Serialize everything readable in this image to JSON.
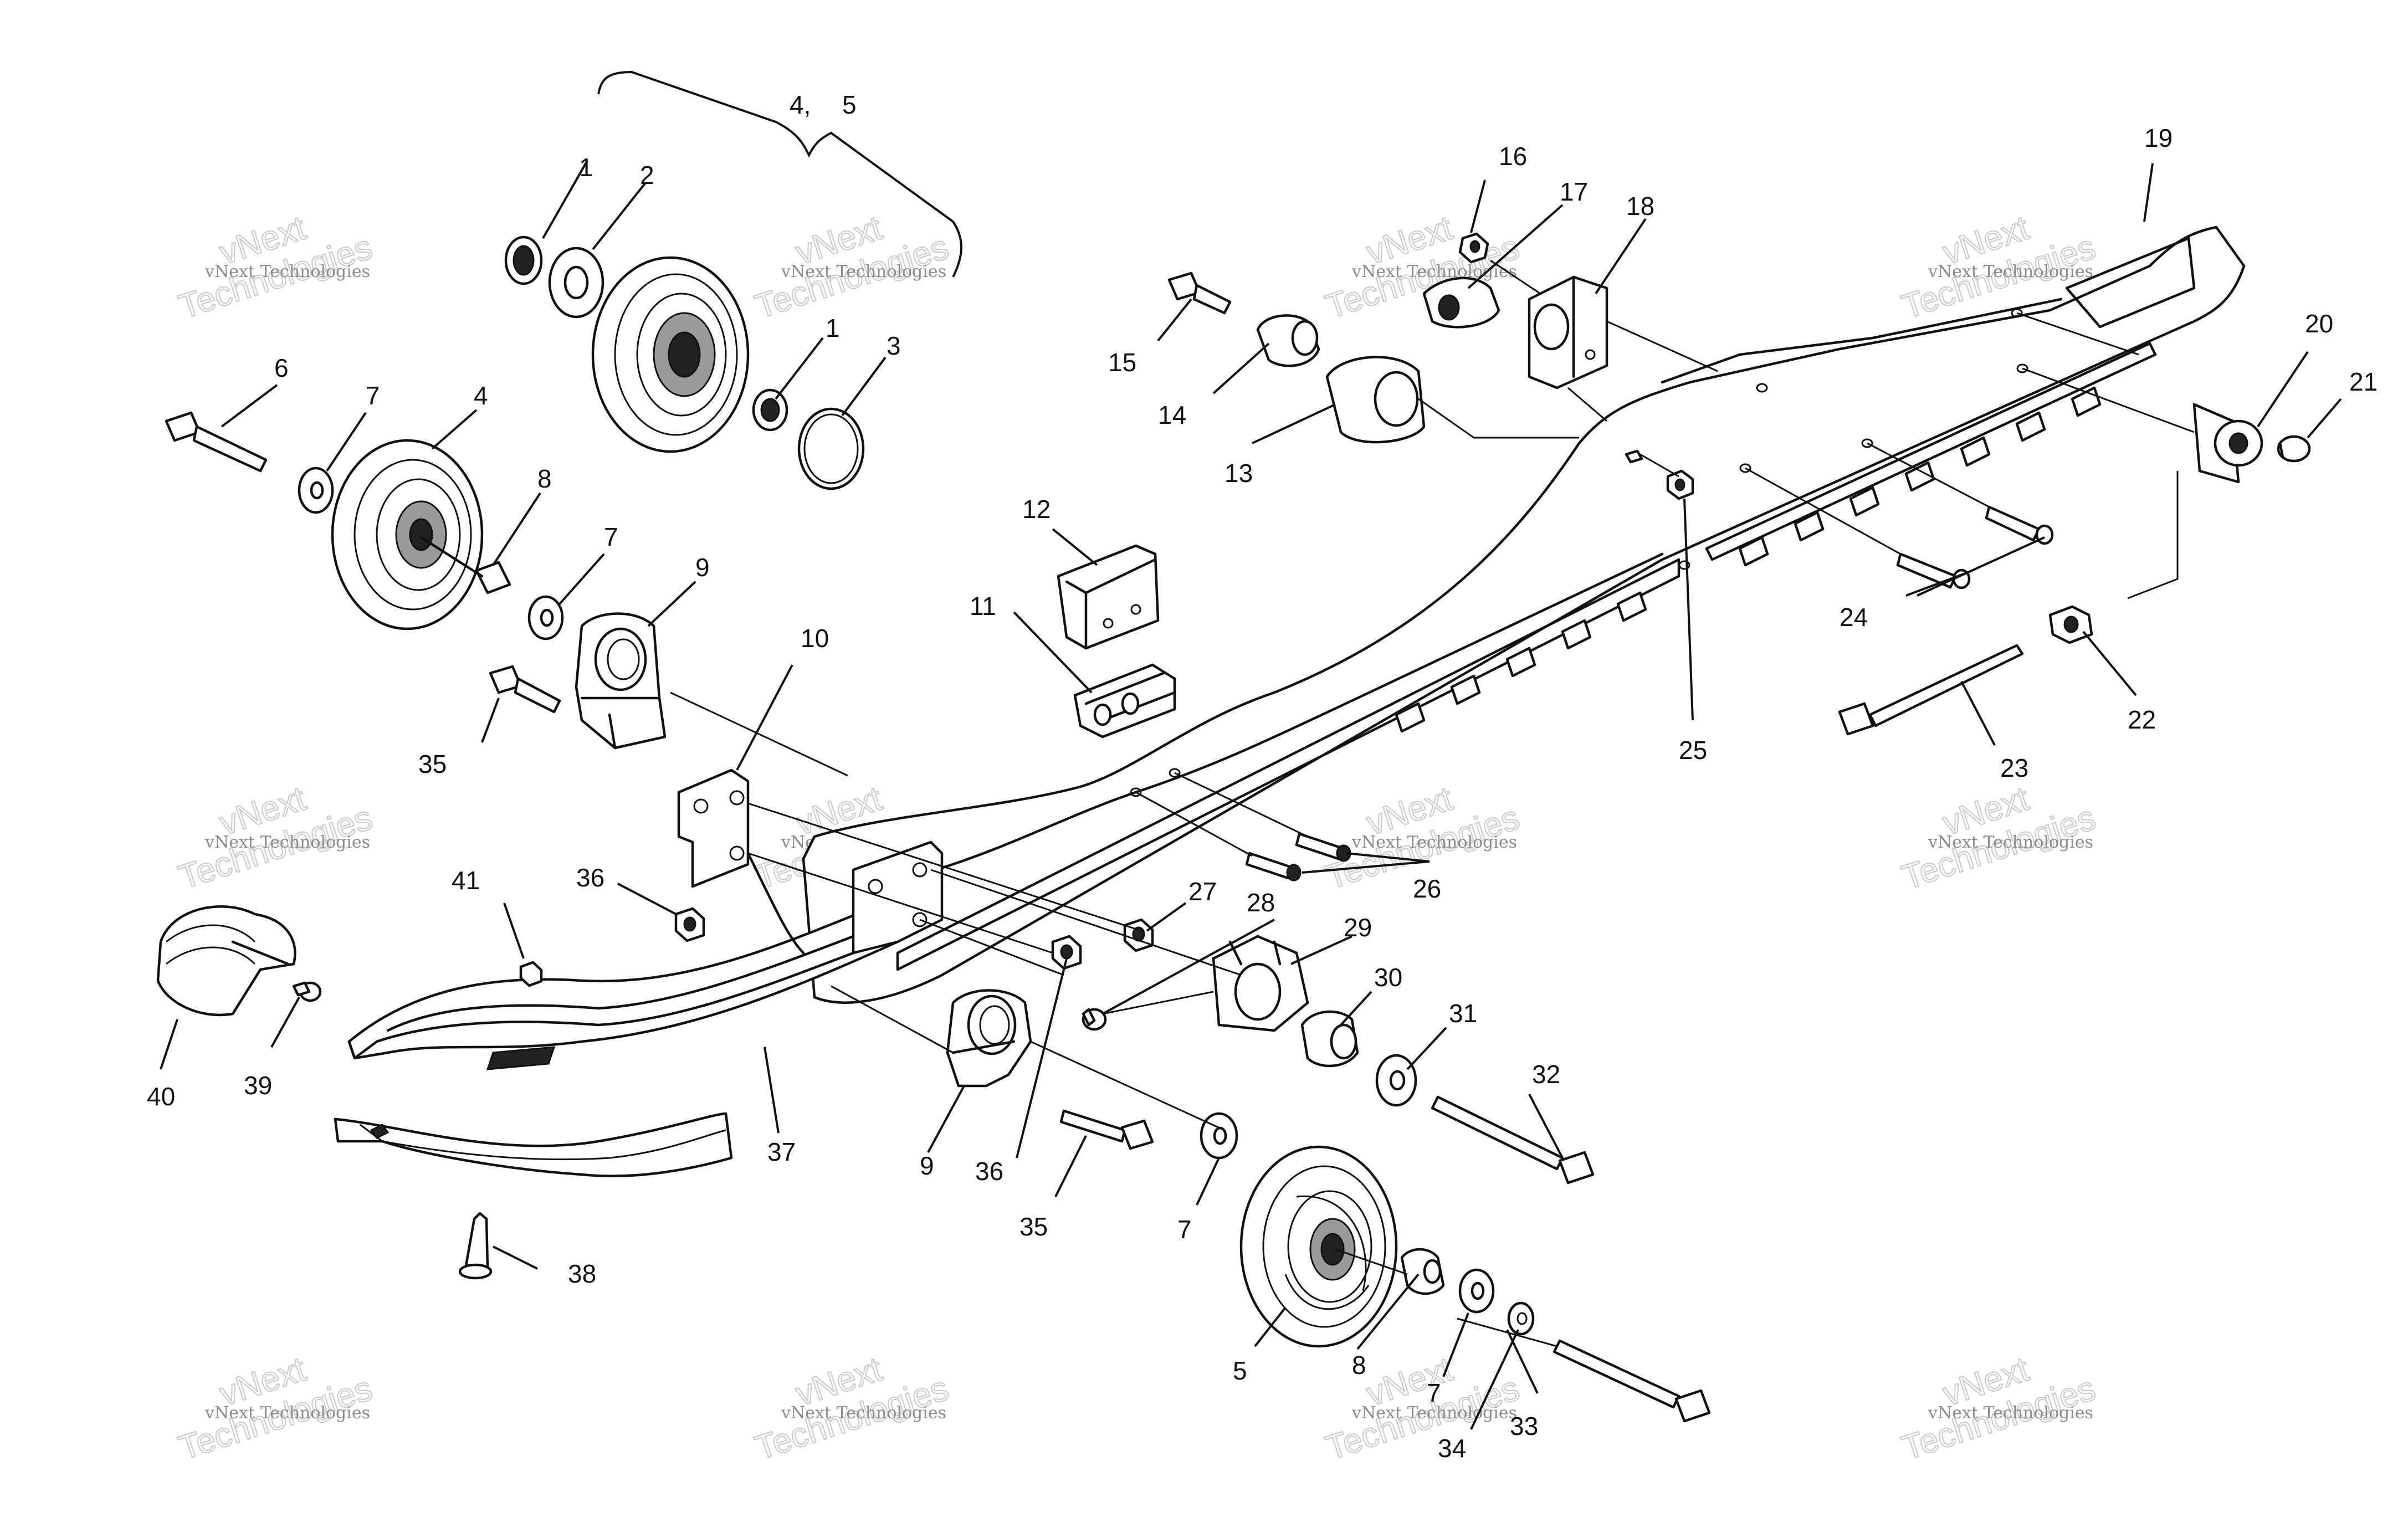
{
  "diagram": {
    "callouts": [
      "1",
      "2",
      "1",
      "3",
      "4,",
      "5",
      "6",
      "7",
      "4",
      "8",
      "7",
      "9",
      "35",
      "10",
      "11",
      "12",
      "13",
      "14",
      "15",
      "16",
      "17",
      "18",
      "19",
      "20",
      "21",
      "22",
      "23",
      "24",
      "25",
      "26",
      "27",
      "28",
      "29",
      "30",
      "31",
      "32",
      "33",
      "34",
      "35",
      "36",
      "36",
      "37",
      "38",
      "39",
      "40",
      "41",
      "9",
      "5",
      "7",
      "8",
      "7"
    ],
    "watermark": {
      "line1": "vNext Technologies",
      "line2": "vNext",
      "line3": "Technologies"
    }
  }
}
